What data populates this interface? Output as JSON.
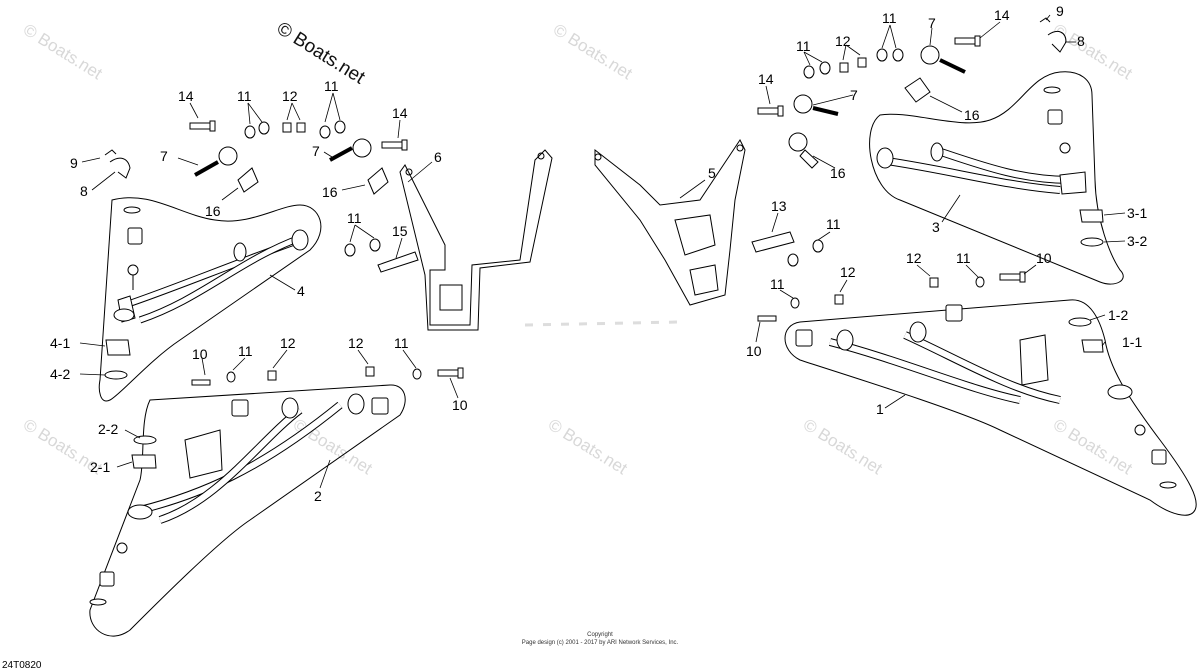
{
  "watermark": "© Boats.net",
  "watermark_repeat": "© Boats.net",
  "diagram_id": "24T0820",
  "copyright_line1": "Copyright",
  "copyright_line2": "Page design (c) 2001 - 2017 by ARI Network Services, Inc.",
  "callouts": {
    "c14a": "14",
    "c11a": "11",
    "c12a": "12",
    "c11b": "11",
    "c14b": "14",
    "c9a": "9",
    "c8a": "8",
    "c7a": "7",
    "c16a": "16",
    "c7b": "7",
    "c16b": "16",
    "c6": "6",
    "c11c": "11",
    "c15": "15",
    "c4": "4",
    "c4_1": "4-1",
    "c4_2": "4-2",
    "c10a": "10",
    "c11d": "11",
    "c12b": "12",
    "c12c": "12",
    "c11e": "11",
    "c10b": "10",
    "c2_2": "2-2",
    "c2_1": "2-1",
    "c2": "2",
    "c5": "5",
    "c11f": "11",
    "c12d": "12",
    "c11g": "11",
    "c7c": "7",
    "c14c": "14",
    "c9b": "9",
    "c8b": "8",
    "c14d": "14",
    "c7d": "7",
    "c16c": "16",
    "c16d": "16",
    "c3": "3",
    "c3_1": "3-1",
    "c3_2": "3-2",
    "c13": "13",
    "c11h": "11",
    "c11i": "11",
    "c12e": "12",
    "c10c": "10",
    "c12f": "12",
    "c11j": "11",
    "c10d": "10",
    "c1_2": "1-2",
    "c1_1": "1-1",
    "c1": "1"
  }
}
